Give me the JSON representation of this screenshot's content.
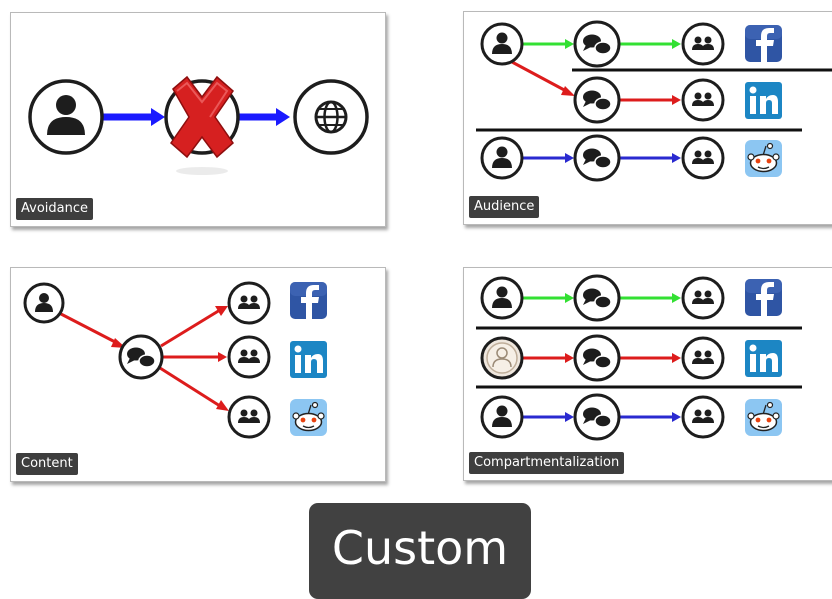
{
  "panels": {
    "avoidance": {
      "label": "Avoidance"
    },
    "audience": {
      "label": "Audience"
    },
    "content": {
      "label": "Content"
    },
    "compartmentalization": {
      "label": "Compartmentalization"
    }
  },
  "footer": {
    "label": "Custom"
  },
  "colors": {
    "arrow_blue": "#1a1aff",
    "arrow_green": "#33e033",
    "arrow_red": "#dd1c1c",
    "arrow_navy": "#2a2ad0",
    "cross_red": "#d62020",
    "facebook_blue": "#2f55a4",
    "linkedin_blue": "#1c86c4",
    "reddit_bg": "#8cc6f2",
    "tag_bg": "#3e3e3e",
    "footer_bg": "#414141"
  },
  "icons": {
    "person": "person-icon",
    "globe": "globe-icon",
    "block": "red-cross-icon",
    "chat": "chat-bubbles-icon",
    "group": "group-icon",
    "facebook": "facebook-logo",
    "linkedin": "linkedin-logo",
    "reddit": "reddit-logo",
    "photo_avatar": "photo-avatar-icon"
  }
}
